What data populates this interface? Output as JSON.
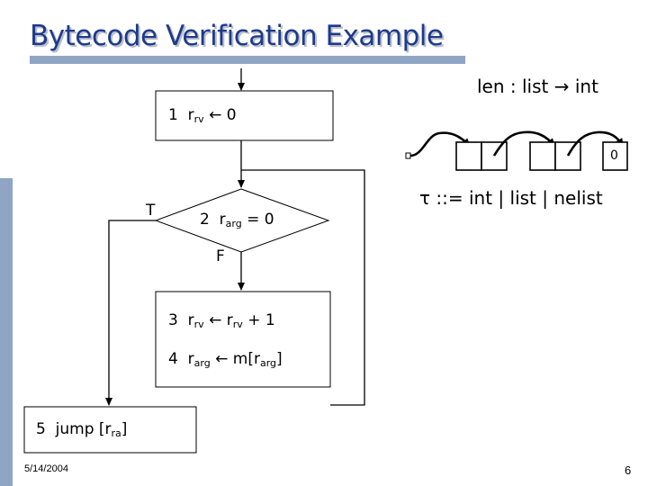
{
  "title": "Bytecode Verification Example",
  "type_signature": "len : list → int",
  "nodes": {
    "n1": {
      "num": "1",
      "reg": "r",
      "sub": "rv",
      "op": "← 0"
    },
    "n2": {
      "num": "2",
      "reg": "r",
      "sub": "arg",
      "op": "= 0"
    },
    "n3": {
      "num": "3",
      "reg": "r",
      "sub": "rv",
      "op": "← r",
      "sub2": "rv",
      "tail": "+ 1"
    },
    "n4": {
      "num": "4",
      "reg": "r",
      "sub": "arg",
      "op": "← m[r",
      "sub2": "arg",
      "tail": "]"
    },
    "n5": {
      "num": "5",
      "text": "jump [r",
      "sub": "ra",
      "tail": "]"
    }
  },
  "branch_true": "T",
  "branch_false": "F",
  "list_terminal": "0",
  "type_grammar": "τ ::= int | list | nelist",
  "footer": {
    "date": "5/14/2004",
    "page": "6"
  },
  "colors": {
    "title": "#1f3a8a",
    "accent_bar": "#8ea5c4"
  }
}
